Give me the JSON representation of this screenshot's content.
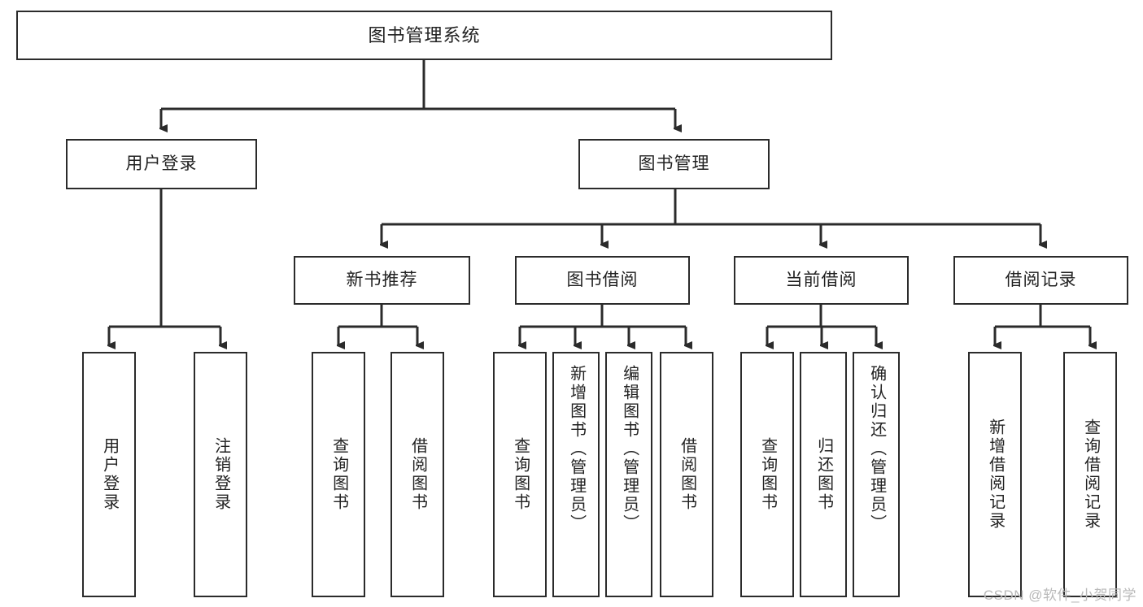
{
  "diagram": {
    "type": "hierarchy-tree",
    "title": "图书管理系统",
    "root": {
      "label": "图书管理系统"
    },
    "level2": [
      {
        "label": "用户登录"
      },
      {
        "label": "图书管理"
      }
    ],
    "level3": [
      {
        "label": "新书推荐"
      },
      {
        "label": "图书借阅"
      },
      {
        "label": "当前借阅"
      },
      {
        "label": "借阅记录"
      }
    ],
    "leaves": {
      "user_login": [
        {
          "label": "用户登录"
        },
        {
          "label": "注销登录"
        }
      ],
      "new_book_recommend": [
        {
          "label": "查询图书"
        },
        {
          "label": "借阅图书"
        }
      ],
      "book_borrow": [
        {
          "label": "查询图书"
        },
        {
          "label": "新增图书（管理员）"
        },
        {
          "label": "编辑图书（管理员）"
        },
        {
          "label": "借阅图书"
        }
      ],
      "current_borrow": [
        {
          "label": "查询图书"
        },
        {
          "label": "归还图书"
        },
        {
          "label": "确认归还（管理员）"
        }
      ],
      "borrow_record": [
        {
          "label": "新增借阅记录"
        },
        {
          "label": "查询借阅记录"
        }
      ]
    }
  },
  "watermark": {
    "text": "CSDN @软件_小贺同学"
  },
  "colors": {
    "box_border": "#2b2b2b",
    "box_fill": "#ffffff",
    "connector": "#2b2b2b",
    "text": "#222222",
    "watermark": "#b9b9b9",
    "background": "#ffffff"
  }
}
